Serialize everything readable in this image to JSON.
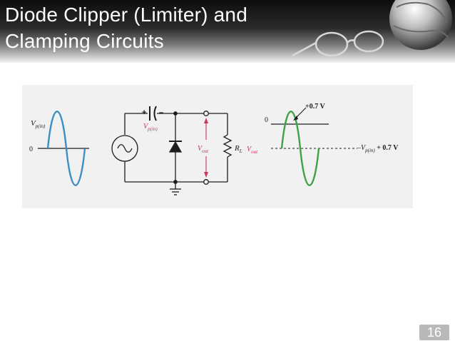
{
  "slide": {
    "title": "Diode Clipper (Limiter) and\nClamping Circuits",
    "page_number": "16"
  },
  "input_waveform": {
    "peak_label": "V",
    "peak_label_sub": "p(in)",
    "zero_label": "0"
  },
  "circuit": {
    "cap_plus": "+",
    "cap_minus": "–",
    "cap_voltage_label": "V",
    "cap_voltage_sub": "p(in)",
    "vout_label": "V",
    "vout_sub": "out",
    "load_label": "R",
    "load_sub": "L"
  },
  "output_waveform": {
    "zero_label": "0",
    "clip_label": "+0.7 V",
    "vout_label": "V",
    "vout_sub": "out",
    "min_label_prefix": "–V",
    "min_label_sub": "p(in)",
    "min_label_suffix": " + 0.7 V"
  },
  "colors": {
    "wave_input": "#3d8fc6",
    "wave_output": "#3fa247",
    "voltage_label": "#c9365e",
    "circuit": "#1c1c1c",
    "figure_bg": "#f1f1f1"
  }
}
